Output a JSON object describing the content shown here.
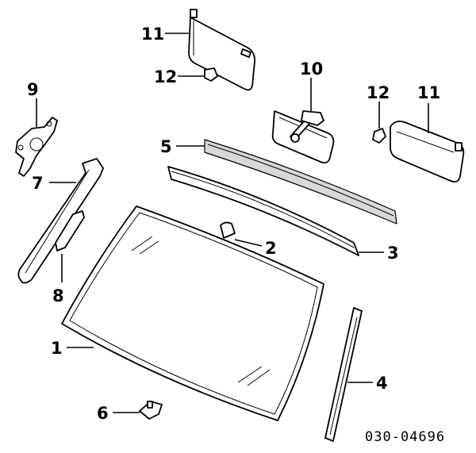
{
  "diagram_id": "030-04696",
  "callouts": {
    "c1": "1",
    "c2": "2",
    "c3": "3",
    "c4": "4",
    "c5": "5",
    "c6": "6",
    "c7": "7",
    "c8": "8",
    "c9": "9",
    "c10": "10",
    "c11_left": "11",
    "c11_right": "11",
    "c12_left": "12",
    "c12_right": "12"
  }
}
